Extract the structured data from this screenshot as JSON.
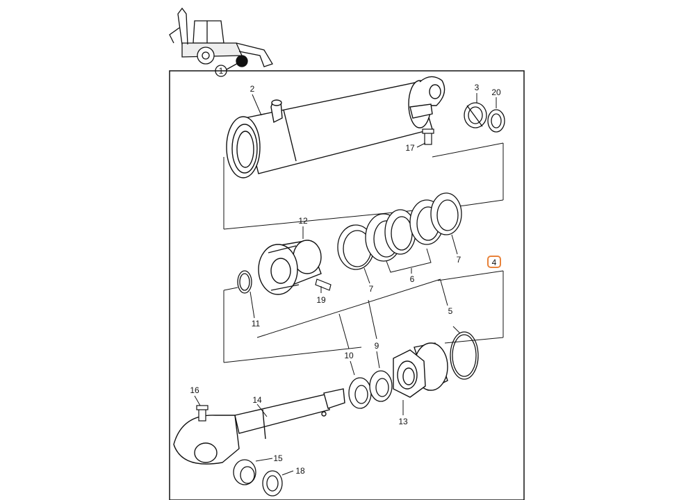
{
  "diagram": {
    "machine_callout": "1",
    "callouts": {
      "c2": "2",
      "c3": "3",
      "c20": "20",
      "c17": "17",
      "c12": "12",
      "c11": "11",
      "c19": "19",
      "c7a": "7",
      "c6": "6",
      "c7b": "7",
      "c4": "4",
      "c5": "5",
      "c10": "10",
      "c9": "9",
      "c13": "13",
      "c16": "16",
      "c14": "14",
      "c15": "15",
      "c18": "18"
    },
    "highlight_color": "#e8823a"
  }
}
